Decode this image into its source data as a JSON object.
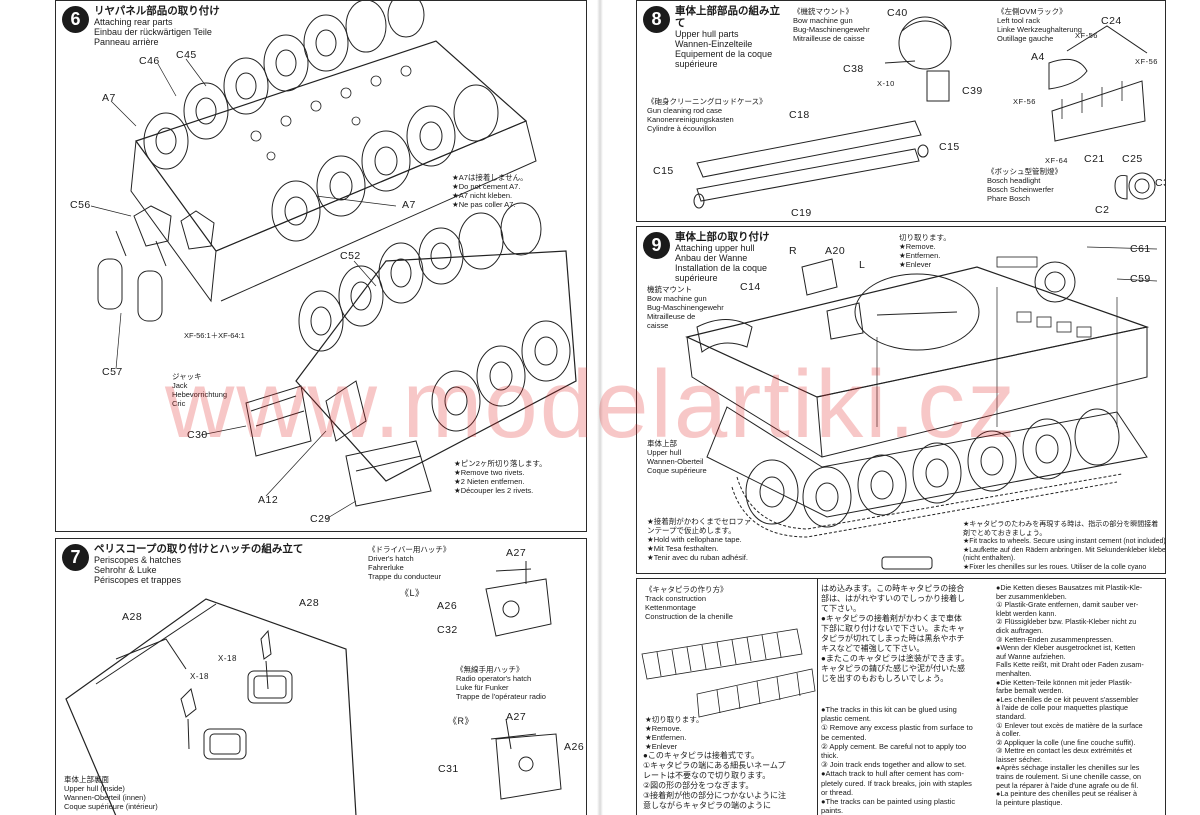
{
  "step6": {
    "num": "6",
    "title_jp": "リヤパネル部品の取り付け",
    "title_en": "Attaching rear parts",
    "title_de": "Einbau der rückwärtigen Teile",
    "title_fr": "Panneau arrière",
    "labels": {
      "c46": "C46",
      "c45": "C45",
      "a7a": "A7",
      "c56": "C56",
      "a7b": "A7",
      "c52": "C52",
      "c57": "C57",
      "c30": "C30",
      "a12": "A12",
      "c29": "C29"
    },
    "paint": "XF-56:1＋XF-64:1",
    "note_a7": [
      "★A7は接着しません。",
      "★Do not cement A7.",
      "★A7 nicht kleben.",
      "★Ne pas coller A7."
    ],
    "jack": [
      "ジャッキ",
      "Jack",
      "Hebevorrichtung",
      "Cric"
    ],
    "rivets": [
      "★ピン2ヶ所切り落します。",
      "★Remove two rivets.",
      "★2 Nieten entfernen.",
      "★Découper les 2 rivets."
    ]
  },
  "step7": {
    "num": "7",
    "title_jp": "ペリスコープの取り付けとハッチの組み立て",
    "title_en": "Periscopes & hatches",
    "title_de": "Sehrohr & Luke",
    "title_fr": "Périscopes et trappes",
    "driver": [
      "《ドライバー用ハッチ》",
      "Driver's hatch",
      "Fahrerluke",
      "Trappe du conducteur"
    ],
    "radio": [
      "《無線手用ハッチ》",
      "Radio operator's hatch",
      "Luke für Funker",
      "Trappe de l'opérateur radio"
    ],
    "side_l": "《L》",
    "side_r": "《R》",
    "labels": {
      "a28a": "A28",
      "a28b": "A28",
      "x18a": "X-18",
      "x18b": "X-18",
      "a27a": "A27",
      "a26a": "A26",
      "c32": "C32",
      "a27b": "A27",
      "a26b": "A26",
      "c31": "C31"
    },
    "upper_hull": [
      "車体上部裏面",
      "Upper hull (inside)",
      "Wannen-Oberteil (innen)",
      "Coque supérieure (intérieur)"
    ]
  },
  "step8": {
    "num": "8",
    "title_jp": "車体上部部品の組み立て",
    "title_en": "Upper hull parts",
    "title_de": "Wannen-Einzelteile",
    "title_fr": "Equipement de la coque supérieure",
    "mg": [
      "《機銃マウント》",
      "Bow machine gun",
      "Bug-Maschinengewehr",
      "Mitrailleuse de caisse"
    ],
    "ovm": [
      "《左側OVMラック》",
      "Left tool rack",
      "Linke Werkzeughalterung",
      "Outillage gauche"
    ],
    "rod": [
      "《砲身クリーニングロッドケース》",
      "Gun cleaning rod case",
      "Kanonenreinigungskasten",
      "Cylindre à écouvillon"
    ],
    "bosch": [
      "《ボッシュ型管制燈》",
      "Bosch headlight",
      "Bosch Scheinwerfer",
      "Phare Bosch"
    ],
    "labels": {
      "c40": "C40",
      "c38": "C38",
      "x10": "X-10",
      "c39": "C39",
      "c18": "C18",
      "c15a": "C15",
      "c15b": "C15",
      "c19": "C19",
      "a4": "A4",
      "c24": "C24",
      "c21": "C21",
      "c25": "C25",
      "c3": "C3",
      "c2": "C2"
    },
    "paints": {
      "xf56a": "XF-56",
      "xf56b": "XF-56",
      "xf56c": "XF-56",
      "xf64": "XF-64"
    }
  },
  "step9": {
    "num": "9",
    "title_jp": "車体上部の取り付け",
    "title_en": "Attaching upper hull",
    "title_de": "Anbau der Wanne",
    "title_fr": "Installation de la coque supérieure",
    "labels": {
      "r": "R",
      "a20": "A20",
      "l": "L",
      "c14": "C14",
      "c61": "C61",
      "c59": "C59"
    },
    "cut": [
      "切り取ります。",
      "★Remove.",
      "★Entfernen.",
      "★Enlever"
    ],
    "mg": [
      "機銃マウント",
      "Bow machine gun",
      "Bug-Maschinengewehr",
      "Mitrailleuse de",
      "caisse"
    ],
    "hull": [
      "車体上部",
      "Upper hull",
      "Wannen-Oberteil",
      "Coque supérieure"
    ],
    "tape": [
      "★接着剤がかわくまでセロファ",
      "ンテープで仮止めします。",
      "★Hold with cellophane tape.",
      "★Mit Tesa festhalten.",
      "★Tenir avec du ruban adhésif."
    ],
    "fit": [
      "★キャタピラのたわみを再現する時は、指示の部分を瞬間接着",
      "剤でとめておきましょう。",
      "★Fit tracks to wheels. Secure using instant cement (not included).",
      "★Laufkette auf den Rädern anbringen. Mit Sekundenkleber kleben",
      "(nicht enthalten).",
      "★Fixer les chenilles sur les roues. Utiliser de la colle cyano"
    ]
  },
  "tracks": {
    "title": [
      "《キャタピラの作り方》",
      "Track construction",
      "Kettenmontage",
      "Construction de la chenille"
    ],
    "cut": [
      "★切り取ります。",
      "★Remove.",
      "★Entfernen.",
      "★Enlever"
    ],
    "jp_col": [
      "●このキャタピラは接着式です。",
      "①キャタピラの端にある細長いネームプ",
      "レートは不要なので切り取ります。",
      "②図の形の部分をつなぎます。",
      "③接着剤が他の部分につかないように注",
      "意しながらキャタピラの端のように"
    ],
    "jp_col2": [
      "はめ込みます。この時キャタピラの接合",
      "部は、はがれやすいのでしっかり接着し",
      "て下さい。",
      "●キャタピラの接着剤がかわくまで車体",
      "下部に取り付けないで下さい。またキャ",
      "タピラが切れてしまった時は黒糸やホチ",
      "キスなどで補強して下さい。",
      "●またこのキャタピラは塗装ができます。",
      "キャタピラの錆びた感じや泥が付いた感",
      "じを出すのもおもしろいでしょう。"
    ],
    "en_col": [
      "●The tracks in this kit can be glued using",
      "plastic cement.",
      "① Remove any excess plastic from surface to",
      "be cemented.",
      "② Apply cement. Be careful not to apply too",
      "thick.",
      "③ Join track ends together and allow to set.",
      "●Attach track to hull after cement has com-",
      "pletely cured. If track breaks, join with staples",
      "or thread.",
      "●The tracks can be painted using plastic",
      "paints."
    ],
    "de_fr_col": [
      "●Die Ketten dieses Bausatzes mit Plastik-Kle-",
      "ber zusammenkleben.",
      "① Plastik-Grate entfernen, damit sauber ver-",
      "klebt werden kann.",
      "② Flüssigkleber bzw. Plastik-Kleber nicht zu",
      "dick auftragen.",
      "③ Ketten-Enden zusammenpressen.",
      "●Wenn der Kleber ausgetrocknet ist, Ketten",
      "auf Wanne aufziehen.",
      "Falls Kette reißt, mit Draht oder Faden zusam-",
      "menhalten.",
      "●Die Ketten-Teile können mit jeder Plastik-",
      "farbe bemalt werden.",
      "●Les chenilles de ce kit peuvent s'assembler",
      "à l'aide de colle pour maquettes plastique",
      "standard.",
      "① Enlever tout excès de matière de la surface",
      "à coller.",
      "② Appliquer la colle (une fine couche suffit).",
      "③ Mettre en contact les deux extrémités et",
      "laisser sécher.",
      "●Après séchage installer les chenilles sur les",
      "trains de roulement. Si une chenille casse, on",
      "peut la réparer à l'aide d'une agrafe ou de fil.",
      "●La peinture des chenilles peut se réaliser à",
      "la peinture plastique."
    ]
  },
  "watermark": "www.modelartiki.cz"
}
